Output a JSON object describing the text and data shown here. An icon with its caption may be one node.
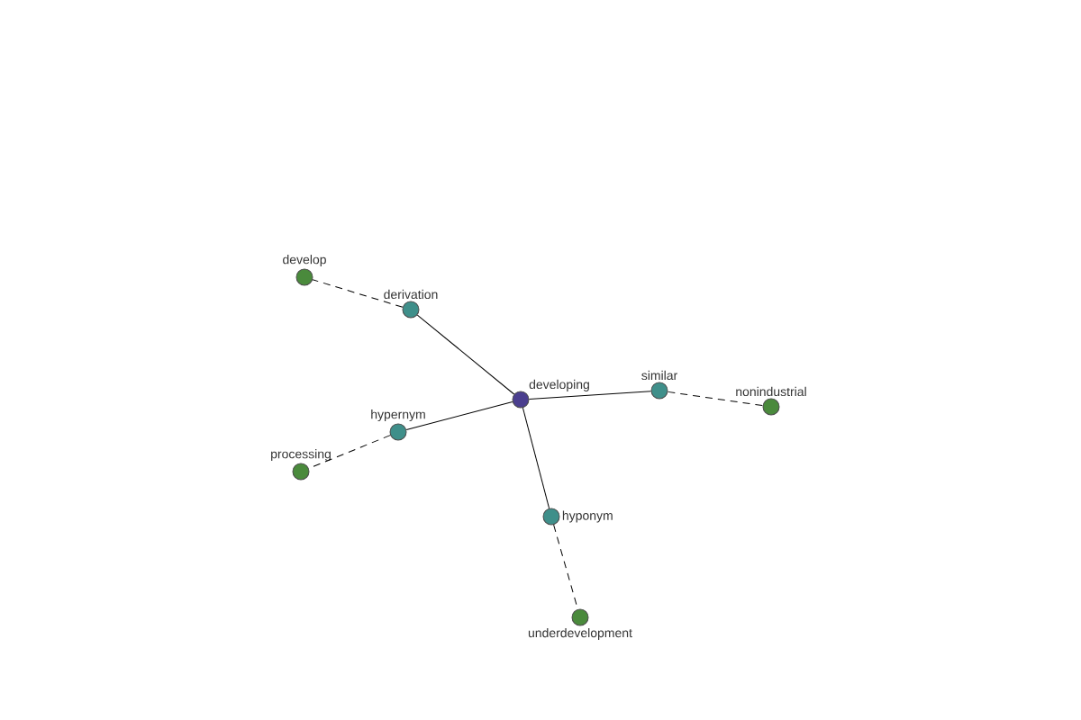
{
  "diagram": {
    "nodes": [
      {
        "text": [
          "develop"
        ]
      },
      {
        "text": [
          "derivation"
        ]
      },
      {
        "text": [
          "developing"
        ]
      },
      {
        "text": [
          "similar"
        ]
      },
      {
        "text": [
          "nonindustrial"
        ]
      },
      {
        "text": [
          "hypernym"
        ]
      },
      {
        "text": [
          "processing"
        ]
      },
      {
        "text": [
          "hyponym"
        ]
      },
      {
        "text": [
          "underdevelopment"
        ]
      }
    ],
    "edges": [
      {
        "from": 2,
        "to": 1,
        "arrow": "none"
      },
      {
        "from": 1,
        "to": 0,
        "arrow": "none",
        "style": "dashed"
      },
      {
        "from": 2,
        "to": 3,
        "arrow": "none"
      },
      {
        "from": 3,
        "to": 4,
        "arrow": "none",
        "style": "dashed"
      },
      {
        "from": 2,
        "to": 5,
        "arrow": "none"
      },
      {
        "from": 5,
        "to": 6,
        "arrow": "none",
        "style": "dashed"
      },
      {
        "from": 2,
        "to": 7,
        "arrow": "none"
      },
      {
        "from": 7,
        "to": 8,
        "arrow": "none",
        "style": "dashed"
      }
    ]
  }
}
